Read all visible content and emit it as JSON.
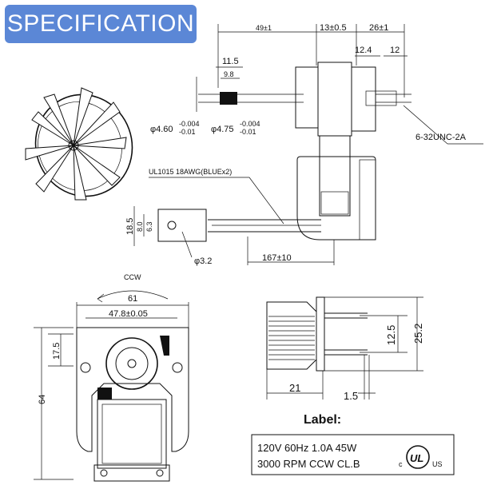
{
  "header": {
    "title": "SPECIFICATION"
  },
  "dimensions": {
    "overall_length": "49±1",
    "mount_length": "13±0.5",
    "rear_length": "26±1",
    "shaft_11_5": "11.5",
    "shaft_9_8": "9.8",
    "thread_12_4": "12.4",
    "thread_12": "12",
    "shaft_dia_front": "φ4.60",
    "shaft_dia_front_upper_tol": "-0.004",
    "shaft_dia_front_lower_tol": "-0.01",
    "shaft_dia_rear": "φ4.75",
    "shaft_dia_rear_upper_tol": "-0.004",
    "shaft_dia_rear_lower_tol": "-0.01",
    "thread_spec": "6-32UNC-2A",
    "wire_spec": "UL1015 18AWG(BLUEx2)",
    "terminal_18_5": "18.5",
    "terminal_8_0": "8.0",
    "terminal_6_3": "6.3",
    "hole_dia": "φ3.2",
    "lead_length": "167±10",
    "rotation": "CCW",
    "frame_width": "61",
    "hole_spacing": "47.8±0.05",
    "hole_height": "17.5",
    "frame_height": "64",
    "conn_height": "25.2",
    "conn_pin_spacing": "12.5",
    "conn_length": "21",
    "conn_pin_thickness": "1.5"
  },
  "label": {
    "heading": "Label:",
    "line1": "120V 60Hz 1.0A  45W",
    "line2": "3000 RPM CCW CL.B",
    "cert_c": "c",
    "cert_mark": "UL",
    "cert_us": "US"
  }
}
